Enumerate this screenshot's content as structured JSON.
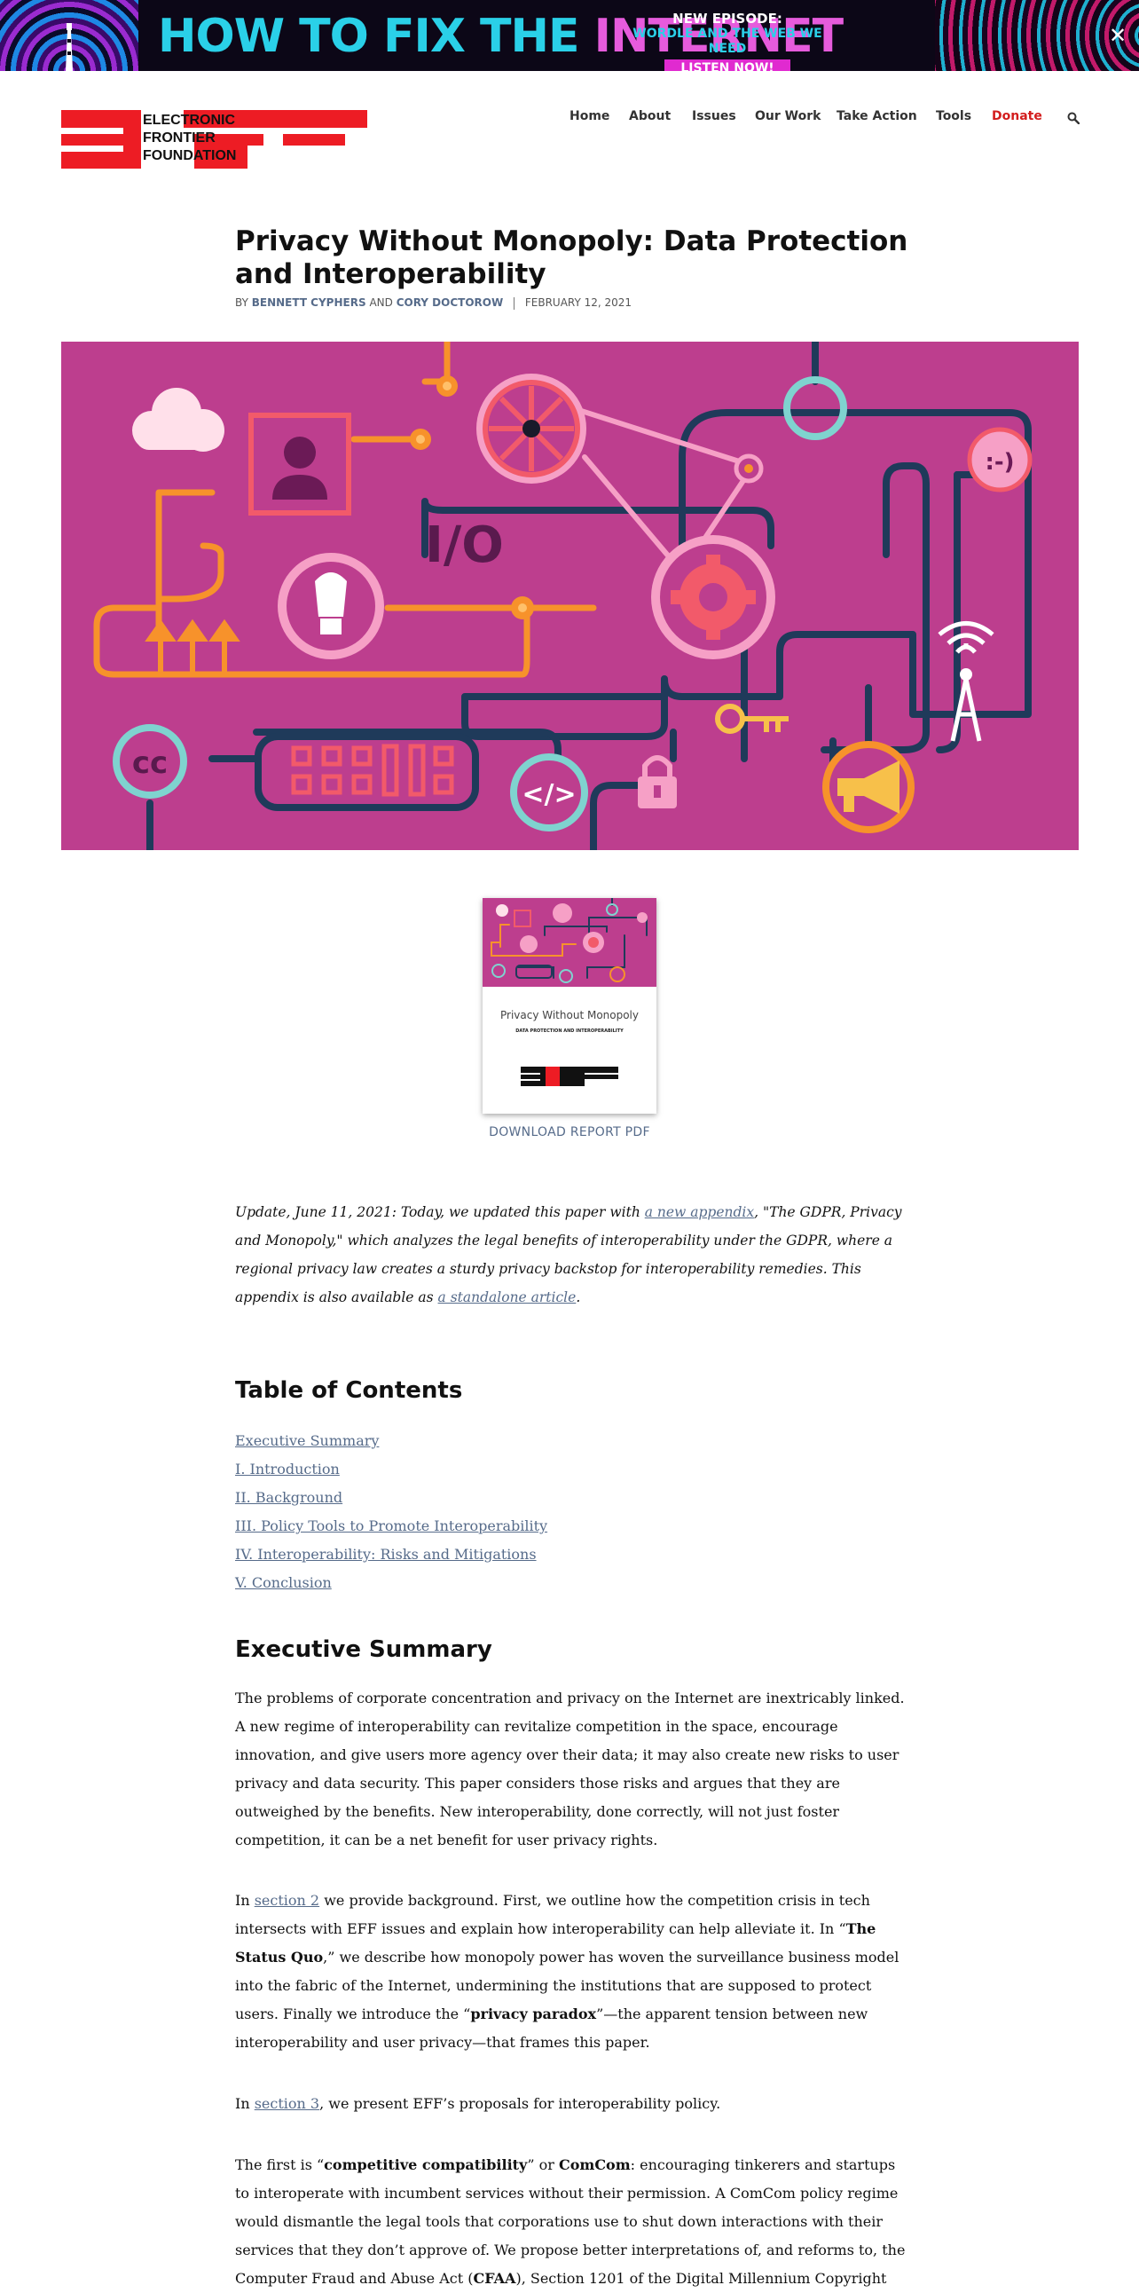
{
  "banner": {
    "title_part1": "HOW TO FIX THE ",
    "title_part2": "INTERNET",
    "episode_line1": "NEW EPISODE:",
    "episode_line2": "WORDLE AND THE WEB WE NEED",
    "cta": "LISTEN NOW!",
    "close_glyph": "✕"
  },
  "header": {
    "logo_lines": [
      "ELECTRONIC",
      "FRONTIER",
      "FOUNDATION"
    ],
    "nav": [
      "Home",
      "About",
      "Issues",
      "Our Work",
      "Take Action",
      "Tools"
    ],
    "donate": "Donate"
  },
  "article": {
    "title": "Privacy Without Monopoly: Data Protection and Interoperability",
    "by": "BY",
    "author1": "BENNETT CYPHERS",
    "and": "AND",
    "author2": "CORY DOCTOROW",
    "date": "FEBRUARY 12, 2021",
    "hero_io_label": "I/O",
    "hero_cc_label": "cc",
    "hero_code_label": "</>",
    "hero_face_label": ":-)",
    "report": {
      "title": "Privacy Without Monopoly",
      "subtitle": "DATA PROTECTION AND INTEROPERABILITY",
      "download": "DOWNLOAD REPORT PDF"
    },
    "update": {
      "prefix": "Update, June 11, 2021: Today, we updated this paper with ",
      "link1": "a new appendix",
      "middle": ", \"The GDPR, Privacy and Monopoly,\" which analyzes the legal benefits of interoperability under the GDPR, where a regional privacy law creates a sturdy privacy backstop for interoperability remedies. This appendix is also available as ",
      "link2": "a standalone article",
      "suffix": "."
    },
    "toc_heading": "Table of Contents",
    "toc": [
      "Executive Summary",
      "I. Introduction",
      "II. Background",
      "III. Policy Tools to Promote Interoperability",
      "IV. Interoperability: Risks and Mitigations",
      "V. Conclusion"
    ],
    "exec_heading": "Executive Summary",
    "p1": "The problems of corporate concentration and privacy on the Internet are inextricably linked. A new regime of interoperability can revitalize competition in the space, encourage innovation, and give users more agency over their data; it may also create new risks to user privacy and data security. This paper considers those risks and argues that they are outweighed by the benefits. New interoperability, done correctly, will not just foster competition, it can be a net benefit for user privacy rights.",
    "p2": {
      "a": "In ",
      "link": "section 2",
      "b": " we provide background. First, we outline how the competition crisis in tech intersects with EFF issues and explain how interoperability can help alleviate it. In “",
      "bold1": "The Status Quo",
      "c": ",” we describe how monopoly power has woven the surveillance business model into the fabric of the Internet, undermining the institutions that are supposed to protect users. Finally we introduce the “",
      "bold2": "privacy paradox",
      "d": "”—the apparent tension between new interoperability and user privacy—that frames this paper."
    },
    "p3": {
      "a": "In ",
      "link": "section 3",
      "b": ", we present EFF’s proposals for interoperability policy."
    },
    "p4": {
      "a": "The first is “",
      "bold1": "competitive compatibility",
      "b": "” or ",
      "bold2": "ComCom",
      "c": ": encouraging tinkerers and startups to interoperate with incumbent services without their permission. A ComCom policy regime would dismantle the legal tools that corporations use to shut down interactions with their services that they don’t approve of. We propose better interpretations of, and reforms to, the Computer Fraud and Abuse Act (",
      "bold3": "CFAA",
      "d": "), Section 1201 of the Digital Millennium Copyright"
    }
  }
}
